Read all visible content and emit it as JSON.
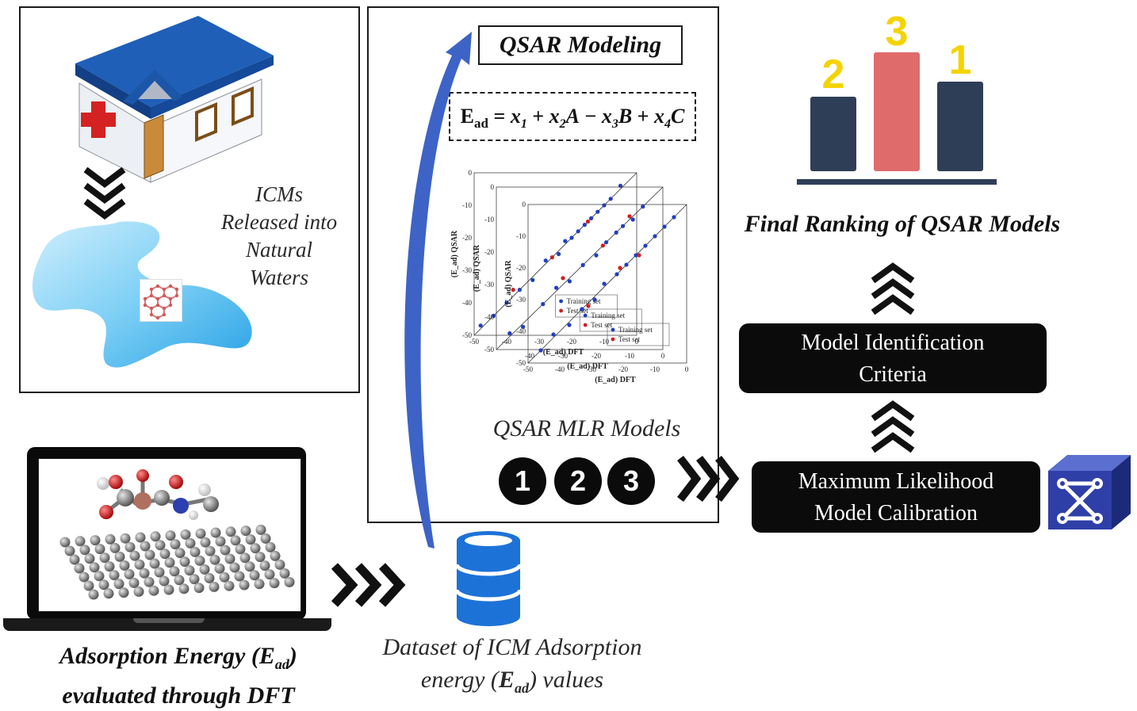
{
  "icm_panel": {
    "lines": [
      "ICMs",
      "Released into",
      "Natural",
      "Waters"
    ]
  },
  "qsar_panel": {
    "title": "QSAR Modeling",
    "equation": {
      "lhs": "E",
      "lhs_sub": "ad",
      "terms": [
        "x",
        "1",
        "x",
        "2",
        "A",
        "x",
        "3",
        "B",
        "x",
        "4",
        "C"
      ]
    },
    "models_label": "QSAR MLR Models",
    "model_numbers": [
      "1",
      "2",
      "3"
    ]
  },
  "chart_data": [
    {
      "type": "scatter",
      "xlabel": "(E_ad) DFT",
      "ylabel": "(E_ad) QSAR",
      "xticks": [
        "-50",
        "-40",
        "-30",
        "-20",
        "-10",
        "0"
      ],
      "yticks": [
        "0",
        "-10",
        "-20",
        "-30",
        "-40",
        "-50"
      ],
      "xlim": [
        -50,
        0
      ],
      "ylim": [
        -50,
        0
      ],
      "legend": [
        "Training set",
        "Test set"
      ],
      "series": [
        {
          "name": "Training set",
          "color": "#1f3fbf",
          "points": [
            [
              -48,
              -47
            ],
            [
              -44,
              -44
            ],
            [
              -40,
              -40
            ],
            [
              -36,
              -36
            ],
            [
              -32,
              -33
            ],
            [
              -28,
              -27
            ],
            [
              -24,
              -25
            ],
            [
              -22,
              -21
            ],
            [
              -20,
              -20
            ],
            [
              -18,
              -18
            ],
            [
              -16,
              -16
            ],
            [
              -14,
              -14
            ],
            [
              -12,
              -12
            ],
            [
              -10,
              -10
            ],
            [
              -8,
              -8
            ],
            [
              -5,
              -4
            ]
          ]
        },
        {
          "name": "Test set",
          "color": "#d02020",
          "points": [
            [
              -38,
              -36
            ],
            [
              -26,
              -26
            ],
            [
              -15,
              -15
            ]
          ]
        }
      ]
    },
    {
      "type": "scatter",
      "xlabel": "(E_ad) DFT",
      "ylabel": "(E_ad) QSAR",
      "xticks": [
        "-40",
        "-30",
        "-20",
        "-10",
        "0"
      ],
      "yticks": [
        "0",
        "-10",
        "-20",
        "-30",
        "-40",
        "-50"
      ],
      "xlim": [
        -50,
        0
      ],
      "ylim": [
        -50,
        0
      ],
      "legend": [
        "Training set",
        "Test set"
      ],
      "series": [
        {
          "name": "Training set",
          "color": "#1f3fbf",
          "points": [
            [
              -46,
              -45
            ],
            [
              -42,
              -43
            ],
            [
              -36,
              -36
            ],
            [
              -32,
              -31
            ],
            [
              -28,
              -29
            ],
            [
              -24,
              -24
            ],
            [
              -20,
              -21
            ],
            [
              -17,
              -17
            ],
            [
              -14,
              -14
            ],
            [
              -12,
              -12
            ],
            [
              -9,
              -10
            ],
            [
              -6,
              -6
            ]
          ]
        },
        {
          "name": "Test set",
          "color": "#d02020",
          "points": [
            [
              -30,
              -28
            ],
            [
              -18,
              -18
            ],
            [
              -10,
              -9
            ]
          ]
        }
      ]
    },
    {
      "type": "scatter",
      "xlabel": "(E_ad) DFT",
      "ylabel": "(E_ad) QSAR",
      "xticks": [
        "-50",
        "-40",
        "-30",
        "-20",
        "-10",
        "0"
      ],
      "yticks": [
        "0",
        "-10",
        "-20",
        "-30",
        "-40",
        "-50"
      ],
      "xlim": [
        -50,
        0
      ],
      "ylim": [
        -50,
        0
      ],
      "legend": [
        "Training set",
        "Test set"
      ],
      "series": [
        {
          "name": "Training set",
          "color": "#1f3fbf",
          "points": [
            [
              -46,
              -46
            ],
            [
              -42,
              -41
            ],
            [
              -37,
              -38
            ],
            [
              -33,
              -33
            ],
            [
              -29,
              -30
            ],
            [
              -26,
              -25
            ],
            [
              -22,
              -22
            ],
            [
              -19,
              -19
            ],
            [
              -16,
              -16
            ],
            [
              -13,
              -13
            ],
            [
              -10,
              -10
            ],
            [
              -7,
              -7
            ],
            [
              -4,
              -4
            ]
          ]
        },
        {
          "name": "Test set",
          "color": "#d02020",
          "points": [
            [
              -31,
              -32
            ],
            [
              -21,
              -20
            ],
            [
              -15,
              -16
            ]
          ]
        }
      ]
    }
  ],
  "ranking": {
    "bar_labels": [
      "2",
      "3",
      "1"
    ],
    "bar_colors": [
      "#2f3e57",
      "#e06b6b",
      "#2f3e57"
    ],
    "title": "Final Ranking of QSAR Models"
  },
  "criteria_box": {
    "lines": [
      "Model Identification",
      "Criteria"
    ]
  },
  "calibration_box": {
    "lines": [
      "Maximum Likelihood",
      "Model Calibration"
    ]
  },
  "captions": {
    "adsorption_line1": "Adsorption Energy (E",
    "adsorption_sub": "ad",
    "adsorption_line1_end": ")",
    "adsorption_line2": "evaluated through DFT",
    "dataset_line1": "Dataset of ICM Adsorption",
    "dataset_line2_start": "energy (",
    "dataset_line2_E": "E",
    "dataset_line2_sub": "ad",
    "dataset_line2_end": ") values"
  },
  "icons": {
    "hospital": "hospital-icon",
    "water": "water-body-icon",
    "molecule": "molecule-icon",
    "laptop": "laptop-icon",
    "database": "database-icon",
    "cube": "network-cube-icon"
  }
}
